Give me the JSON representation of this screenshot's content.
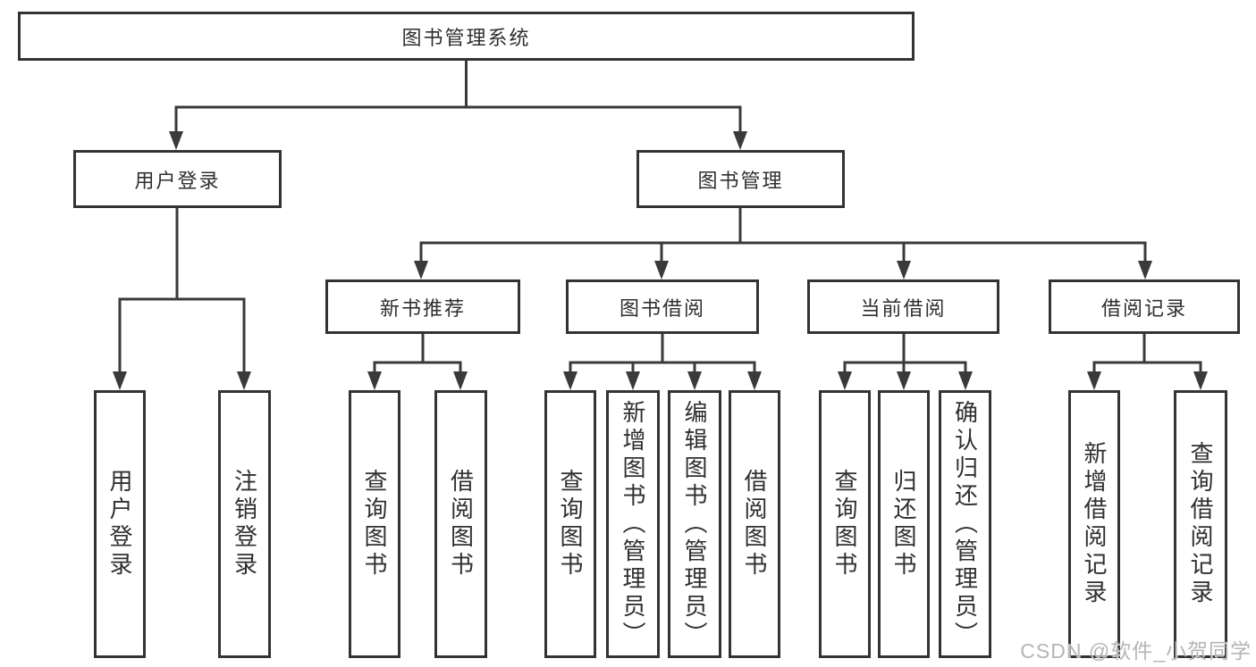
{
  "diagram": {
    "tree": {
      "label": "图书管理系统",
      "children": [
        {
          "label": "用户登录",
          "children": [
            {
              "label": "用户登录"
            },
            {
              "label": "注销登录"
            }
          ]
        },
        {
          "label": "图书管理",
          "children": [
            {
              "label": "新书推荐",
              "children": [
                {
                  "label": "查询图书"
                },
                {
                  "label": "借阅图书"
                }
              ]
            },
            {
              "label": "图书借阅",
              "children": [
                {
                  "label": "查询图书"
                },
                {
                  "label": "新增图书（管理员）"
                },
                {
                  "label": "编辑图书（管理员）"
                },
                {
                  "label": "借阅图书"
                }
              ]
            },
            {
              "label": "当前借阅",
              "children": [
                {
                  "label": "查询图书"
                },
                {
                  "label": "归还图书"
                },
                {
                  "label": "确认归还（管理员）"
                }
              ]
            },
            {
              "label": "借阅记录",
              "children": [
                {
                  "label": "新增借阅记录"
                },
                {
                  "label": "查询借阅记录"
                }
              ]
            }
          ]
        }
      ]
    },
    "colors": {
      "line": "#3a3a3a",
      "box_border": "#333333",
      "text": "#2f2f2f",
      "box_fill": "#ffffff",
      "watermark": "#b5b5b5",
      "background": "#ffffff"
    }
  },
  "watermark": {
    "text": "CSDN @软件_小贺同学"
  }
}
